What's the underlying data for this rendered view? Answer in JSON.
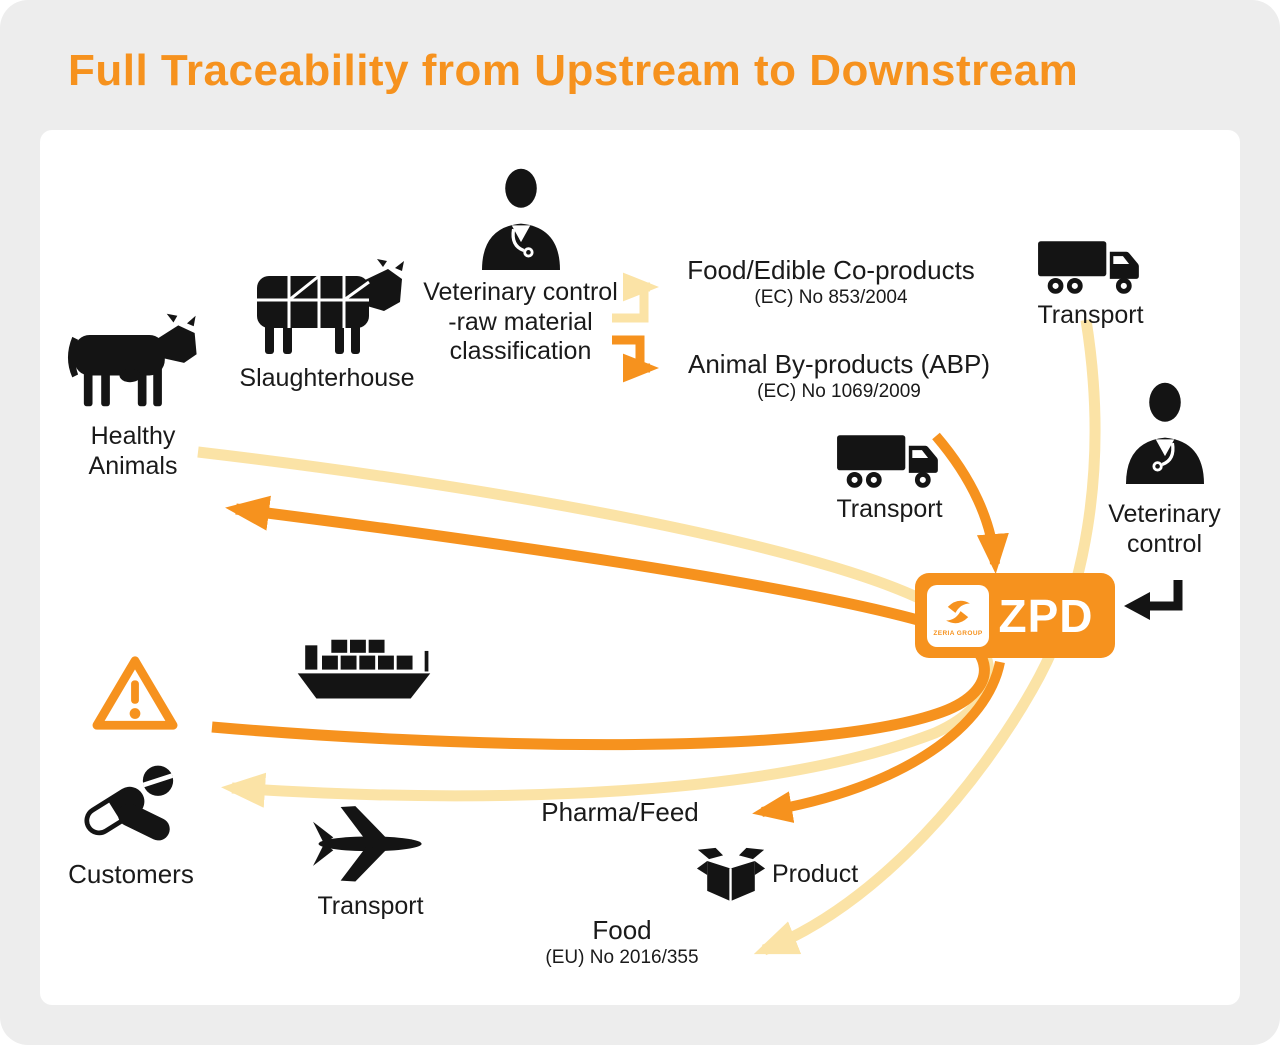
{
  "title": "Full Traceability from Upstream to Downstream",
  "colors": {
    "accent_orange": "#F6921E",
    "arrow_cream": "#FBE3A6",
    "page_bg": "#EDEDED",
    "panel_bg": "#FFFFFF",
    "icon_black": "#141414",
    "text": "#1A1A1A"
  },
  "nodes": {
    "healthy_animals": {
      "icon": "cow-icon",
      "lines": [
        "Healthy",
        "Animals"
      ]
    },
    "slaughterhouse": {
      "icon": "butcher-cow-icon",
      "label": "Slaughterhouse"
    },
    "veterinary_classification": {
      "icon": "veterinarian-icon",
      "lines": [
        "Veterinary control",
        "-raw material",
        "classification"
      ]
    },
    "food_edible": {
      "title": "Food/Edible Co-products",
      "subtitle": "(EC) No 853/2004"
    },
    "animal_byproducts": {
      "title": "Animal By-products (ABP)",
      "subtitle": "(EC) No 1069/2009"
    },
    "transport_top": {
      "icon": "truck-icon",
      "label": "Transport"
    },
    "transport_middle": {
      "icon": "truck-icon",
      "label": "Transport"
    },
    "veterinary_control": {
      "icon": "veterinarian-icon",
      "lines": [
        "Veterinary",
        "control"
      ]
    },
    "zpd": {
      "name": "ZPD",
      "brand": "ZERIA GROUP",
      "icon": "zeria-swirl-icon"
    },
    "ship": {
      "icon": "ship-icon"
    },
    "recall_warning": {
      "icon": "warning-icon"
    },
    "customers": {
      "icon": "pills-icon",
      "label": "Customers"
    },
    "transport_air": {
      "icon": "airplane-icon",
      "label": "Transport"
    },
    "pharma_feed": {
      "label": "Pharma/Feed"
    },
    "product": {
      "icon": "box-icon",
      "label": "Product"
    },
    "food": {
      "title": "Food",
      "subtitle": "(EU) No 2016/355"
    }
  }
}
